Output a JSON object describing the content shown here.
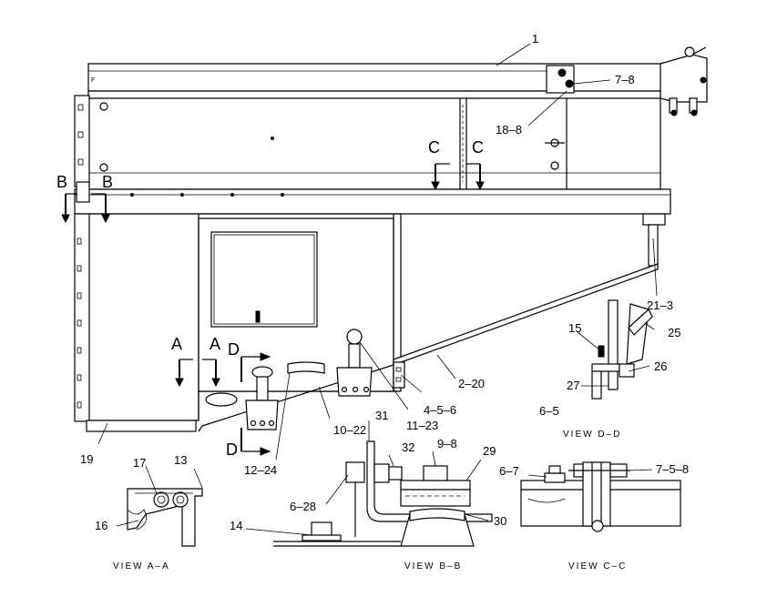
{
  "figure": {
    "callouts": [
      {
        "id": "c1",
        "text": "1"
      },
      {
        "id": "c7_8",
        "text": "7–8"
      },
      {
        "id": "c18_8",
        "text": "18–8"
      },
      {
        "id": "c21_3",
        "text": "21–3"
      },
      {
        "id": "c25",
        "text": "25"
      },
      {
        "id": "c15",
        "text": "15"
      },
      {
        "id": "c26",
        "text": "26"
      },
      {
        "id": "c27",
        "text": "27"
      },
      {
        "id": "c6_5",
        "text": "6–5"
      },
      {
        "id": "c2_20",
        "text": "2–20"
      },
      {
        "id": "c4_5_6",
        "text": "4–5–6"
      },
      {
        "id": "c11_23",
        "text": "11–23"
      },
      {
        "id": "c10_22",
        "text": "10–22"
      },
      {
        "id": "c31",
        "text": "31"
      },
      {
        "id": "c32",
        "text": "32"
      },
      {
        "id": "c9_8",
        "text": "9–8"
      },
      {
        "id": "c29",
        "text": "29"
      },
      {
        "id": "c30",
        "text": "30"
      },
      {
        "id": "c6_28",
        "text": "6–28"
      },
      {
        "id": "c14",
        "text": "14"
      },
      {
        "id": "c12_24",
        "text": "12–24"
      },
      {
        "id": "c19",
        "text": "19"
      },
      {
        "id": "c17",
        "text": "17"
      },
      {
        "id": "c13",
        "text": "13"
      },
      {
        "id": "c16",
        "text": "16"
      },
      {
        "id": "c6_7",
        "text": "6–7"
      },
      {
        "id": "c7_5_8",
        "text": "7–5–8"
      }
    ],
    "section_markers": {
      "c_left": "C",
      "c_right": "C",
      "b_left": "B",
      "b_right": "B",
      "a_left": "A",
      "a_right": "A",
      "d_top": "D",
      "d_bottom": "D"
    },
    "view_labels": {
      "view_dd": "VIEW D–D",
      "view_aa": "VIEW A–A",
      "view_bb": "VIEW B–B",
      "view_cc": "VIEW C–C"
    }
  }
}
